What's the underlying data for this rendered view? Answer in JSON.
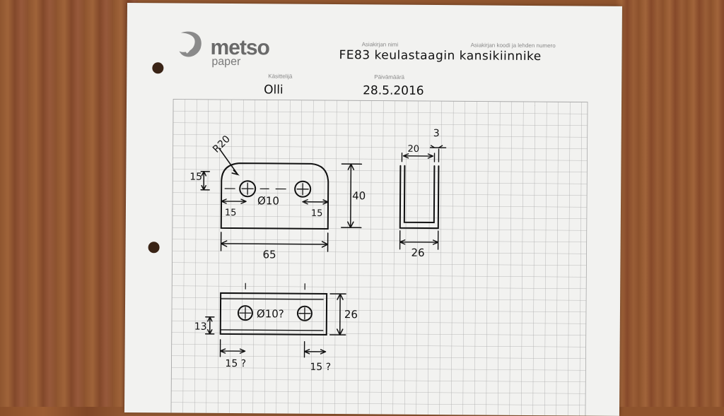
{
  "form": {
    "logo_brand": "metso",
    "logo_sub": "paper",
    "label_doc_name": "Asiakirjan nimi",
    "label_doc_code": "Asiakirjan koodi ja lehden numero",
    "label_handler": "Käsittelijä",
    "label_date": "Päivämäärä",
    "doc_name": "FE83 keulastaagin kansikiinnike",
    "handler": "Olli",
    "date": "28.5.2016"
  },
  "drawing": {
    "radius_label": "R20",
    "dim_top_offset": "15",
    "dim_height_40": "40",
    "hole_label_top": "Ø10",
    "dim_left_15": "15",
    "dim_right_15": "15",
    "dim_width_65": "65",
    "dim_20": "20",
    "dim_3": "3",
    "dim_26_profile": "26",
    "hole_label_bottom": "Ø10?",
    "dim_13": "13",
    "dim_26_side": "26",
    "dim_15_q_left": "15 ?",
    "dim_15_q_right": "15 ?"
  },
  "colors": {
    "ink": "#111111",
    "grid": "#a8a8a8",
    "paper": "#f2f2f0"
  }
}
